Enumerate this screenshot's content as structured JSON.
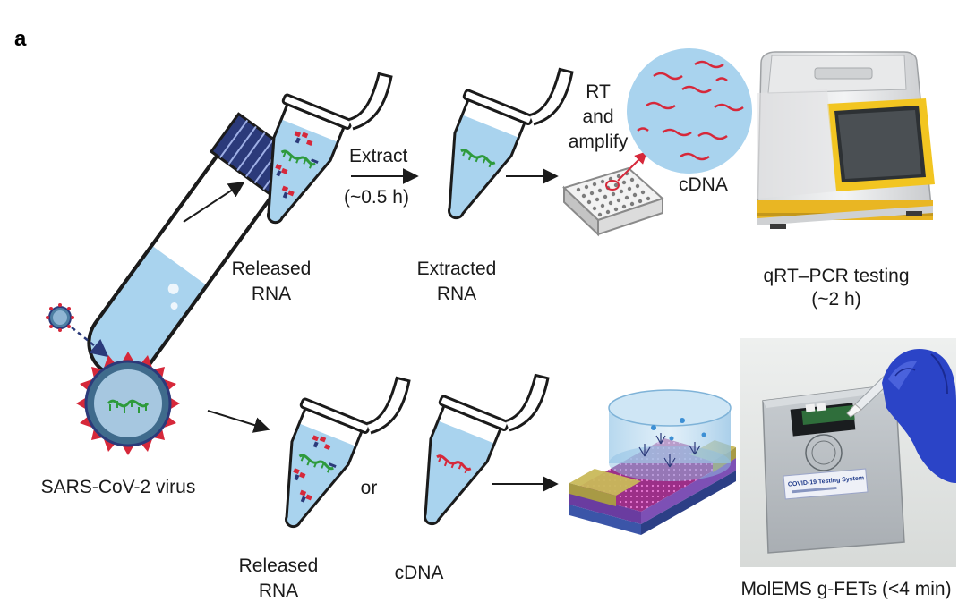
{
  "figure": {
    "panel_label": "a"
  },
  "labels": {
    "extract_line1": "Extract",
    "extract_line2": "(~0.5 h)",
    "rt_line1": "RT",
    "rt_line2": "and",
    "rt_line3": "amplify",
    "cdna_top": "cDNA",
    "released_rna_top_line1": "Released",
    "released_rna_top_line2": "RNA",
    "extracted_rna_line1": "Extracted",
    "extracted_rna_line2": "RNA",
    "qrtpcr_line1": "qRT–PCR testing",
    "qrtpcr_line2": "(~2 h)",
    "virus": "SARS-CoV-2 virus",
    "or": "or",
    "released_rna_bottom_line1": "Released",
    "released_rna_bottom_line2": "RNA",
    "cdna_bottom": "cDNA",
    "molems": "MolEMS g-FETs (<4 min)",
    "device_label": "COVID-19 Testing System"
  },
  "colors": {
    "liquid": "#a9d3ee",
    "rna_green": "#2e9a3c",
    "protein_red": "#d6283a",
    "cap_navy": "#2b3a7a",
    "outline": "#1b1b1b"
  }
}
